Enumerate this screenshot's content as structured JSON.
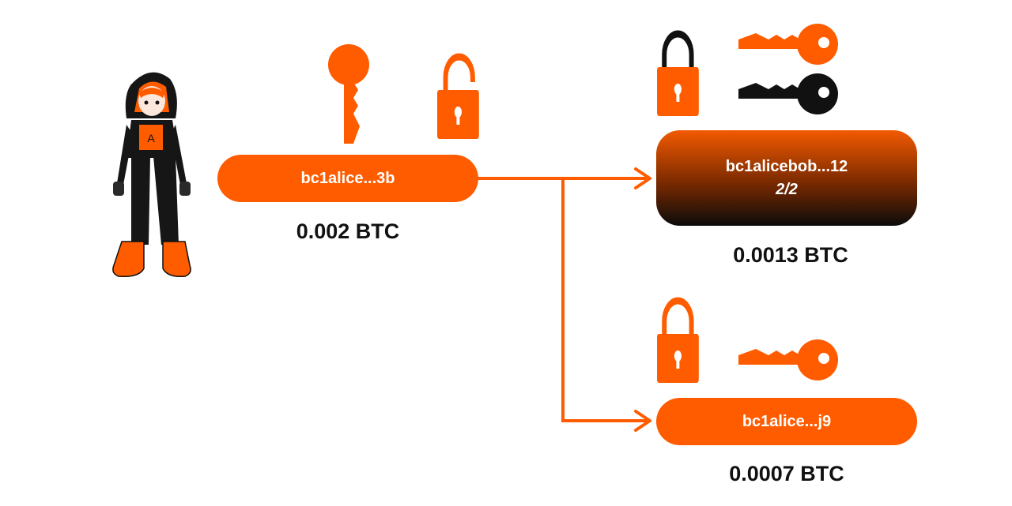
{
  "colors": {
    "accent": "#ff5c00",
    "dark": "#111111"
  },
  "input": {
    "address": "bc1alice...3b",
    "amount": "0.002 BTC"
  },
  "outputs": [
    {
      "address": "bc1alicebob...12",
      "subtitle": "2/2",
      "amount": "0.0013 BTC",
      "lock": "closed"
    },
    {
      "address": "bc1alice...j9",
      "amount": "0.0007 BTC",
      "lock": "closed"
    }
  ],
  "icons": [
    "avatar-alice",
    "key-icon",
    "open-padlock-icon",
    "closed-padlock-icon",
    "key-icon-orange",
    "key-icon-black"
  ]
}
